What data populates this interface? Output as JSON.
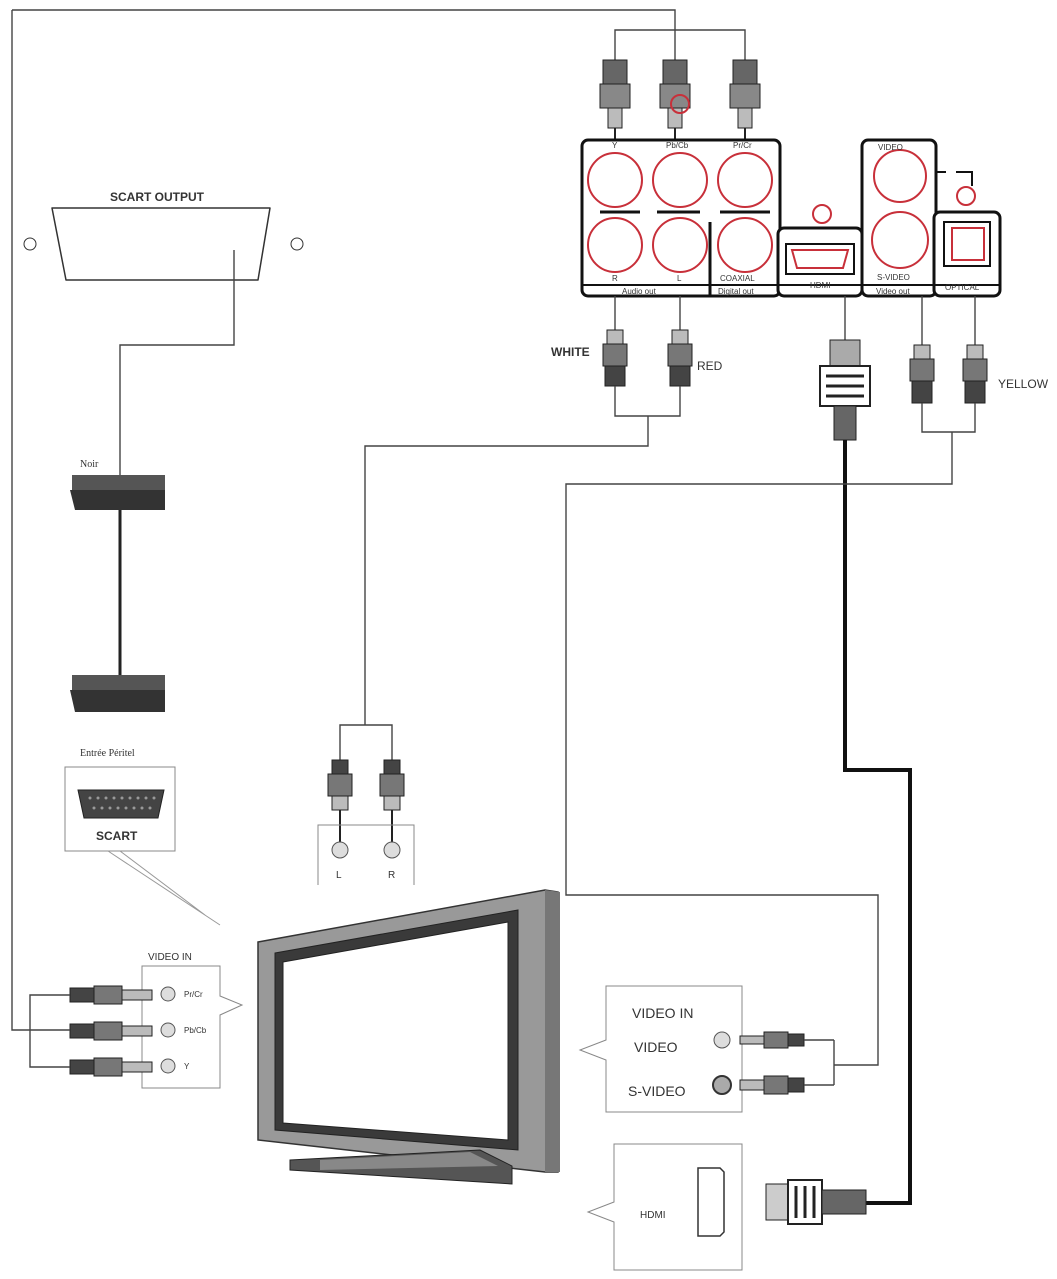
{
  "labels": {
    "scart_output": "SCART OUTPUT",
    "noir": "Noir",
    "entree_peritel": "Entrée Péritel",
    "scart": "SCART",
    "white": "WHITE",
    "red": "RED",
    "yellow": "YELLOW",
    "video_in_left": "VIDEO IN",
    "pr_cr": "Pr/Cr",
    "pb_cb": "Pb/Cb",
    "y": "Y",
    "tv_audio_l": "L",
    "tv_audio_r": "R",
    "video_in_right": "VIDEO IN",
    "video": "VIDEO",
    "s_video": "S-VIDEO",
    "hdmi_tv": "HDMI"
  },
  "panel": {
    "y": "Y",
    "pb_cb": "Pb/Cb",
    "pr_cr": "Pr/Cr",
    "r": "R",
    "l": "L",
    "coaxial": "COAXIAL",
    "audio_out": "Audio out",
    "digital_out": "Digital out",
    "hdmi": "HDMI",
    "video": "VIDEO",
    "s_video": "S-VIDEO",
    "video_out": "Video out",
    "optical": "OPTICAL"
  },
  "colors": {
    "jack_ring": "#c8303a",
    "scart_cable": "#555555",
    "hdmi_cable": "#111111"
  }
}
